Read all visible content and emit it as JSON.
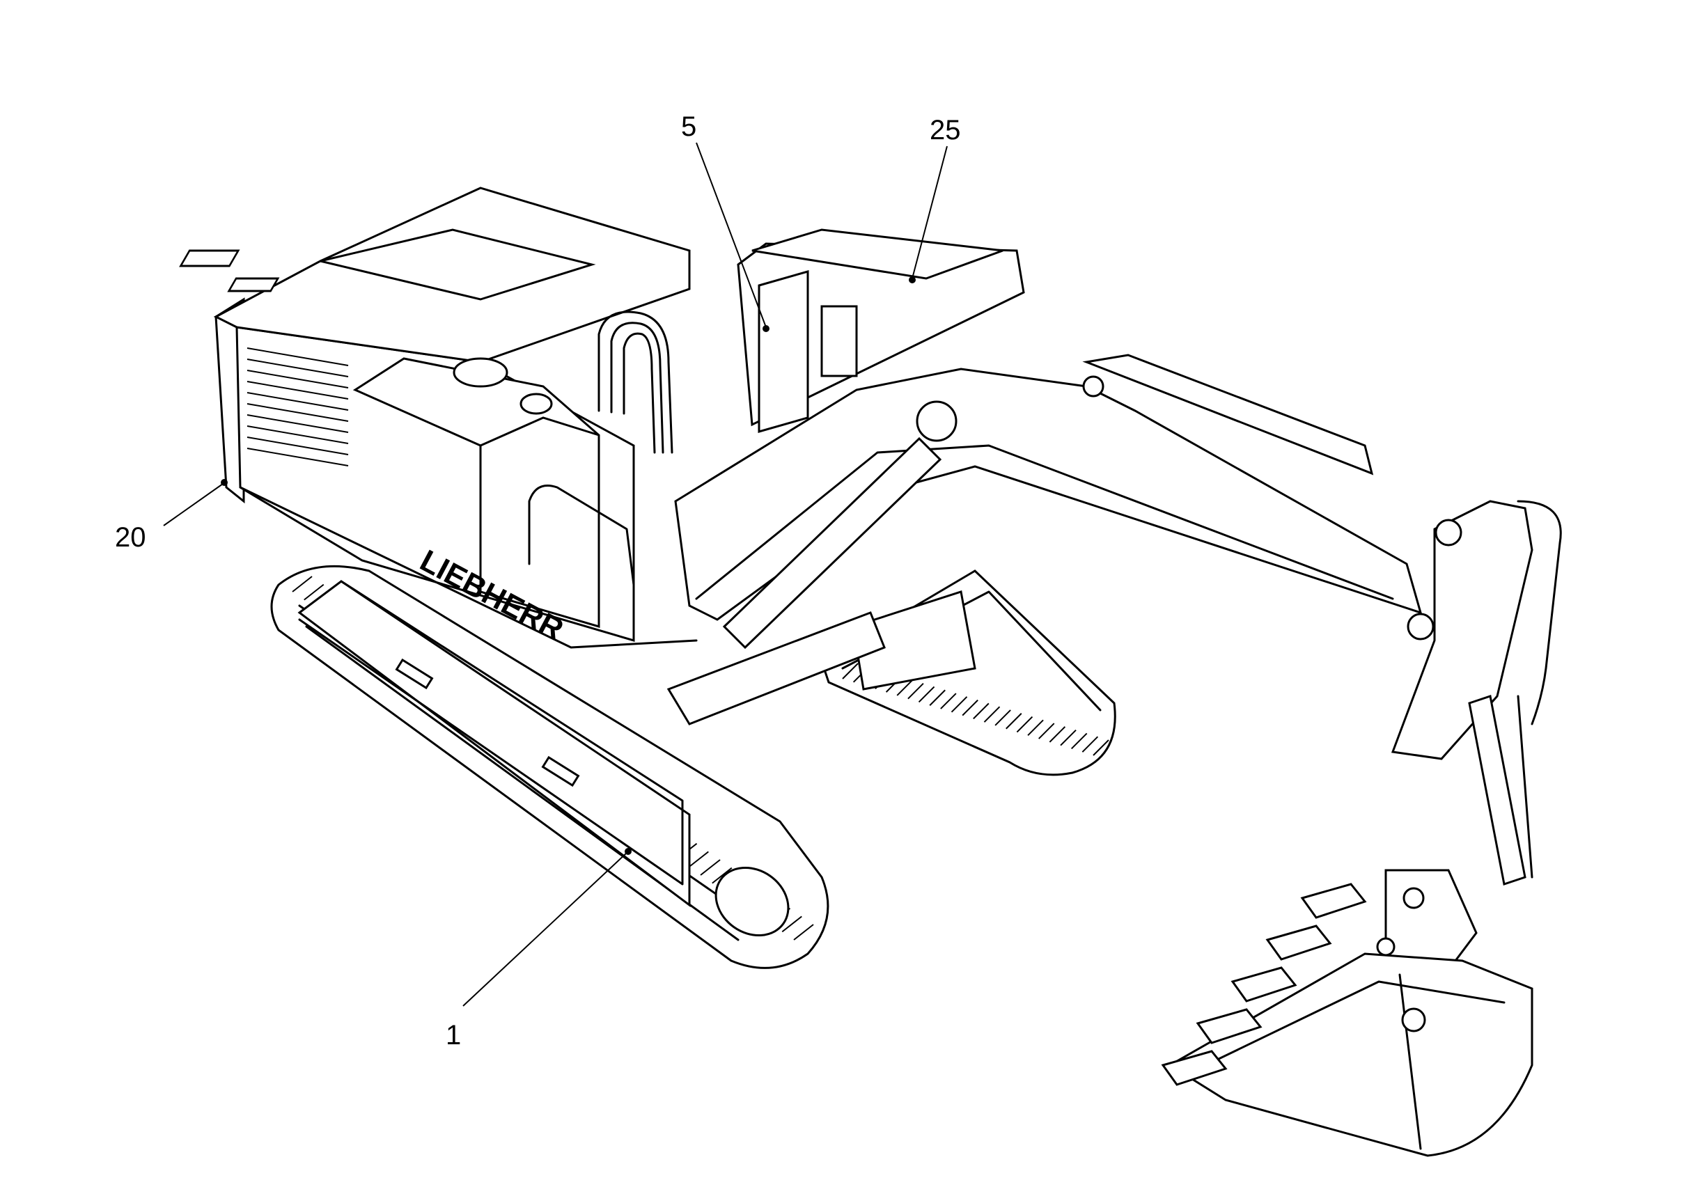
{
  "diagram": {
    "brand_mark": "LIEBHERR",
    "callouts": [
      {
        "label": "5"
      },
      {
        "label": "25"
      },
      {
        "label": "20"
      },
      {
        "label": "1"
      }
    ]
  },
  "colors": {
    "ink": "#000000",
    "paper": "#ffffff"
  }
}
